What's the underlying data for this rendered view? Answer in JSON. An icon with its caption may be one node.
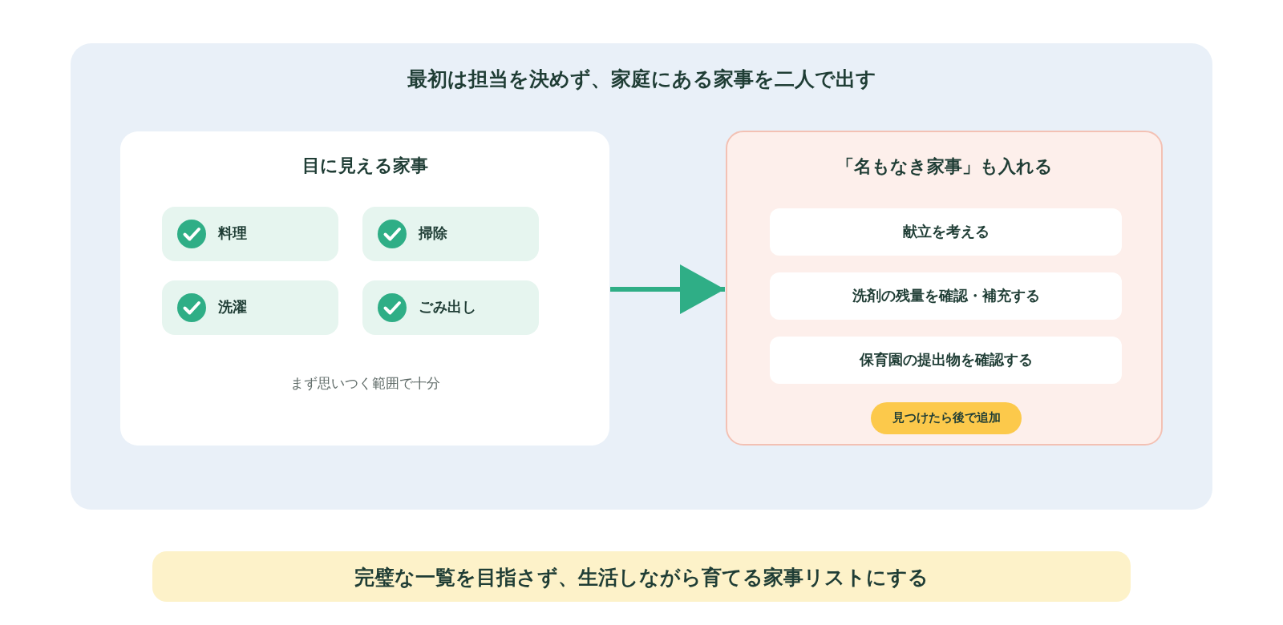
{
  "diagram": {
    "nodes": [
      {
        "text": [
          "最初は担当を決めず、家庭にある家事を二人で出す"
        ]
      },
      {
        "text": [
          "目に見える家事",
          "まず思いつく範囲で十分"
        ],
        "in": 0
      },
      {
        "text": [
          "料理"
        ],
        "in": 1
      },
      {
        "text": [
          "掃除"
        ],
        "in": 1
      },
      {
        "text": [
          "洗濯"
        ],
        "in": 1
      },
      {
        "text": [
          "ごみ出し"
        ],
        "in": 1
      },
      {
        "text": [
          "「名もなき家事」も入れる"
        ],
        "in": 0
      },
      {
        "text": [
          "献立を考える"
        ],
        "in": 6
      },
      {
        "text": [
          "洗剤の残量を確認・補充する"
        ],
        "in": 6
      },
      {
        "text": [
          "保育園の提出物を確認する"
        ],
        "in": 6
      },
      {
        "text": [
          "見つけたら後で追加"
        ],
        "in": 6
      },
      {
        "text": [
          "完璧な一覧を目指さず、生活しながら育てる家事リストにする"
        ]
      }
    ],
    "edges": [
      {
        "from": 1,
        "to": 6,
        "arrow": "to"
      }
    ]
  }
}
